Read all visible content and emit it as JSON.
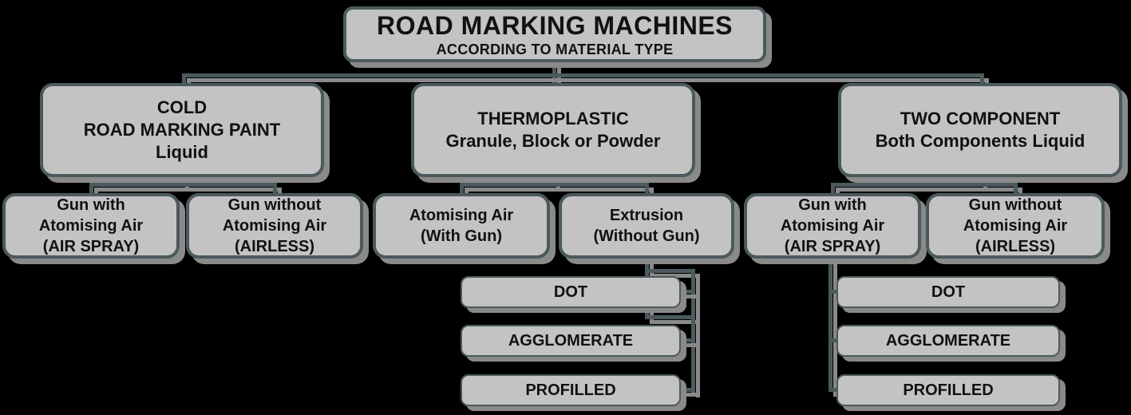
{
  "root": {
    "title": "ROAD MARKING MACHINES",
    "subtitle": "ACCORDING TO MATERIAL TYPE"
  },
  "branches": {
    "cold": {
      "l1": "COLD",
      "l2": "ROAD MARKING PAINT",
      "l3": "Liquid"
    },
    "thermoplastic": {
      "l1": "THERMOPLASTIC",
      "l2": "Granule, Block or Powder"
    },
    "two_component": {
      "l1": "TWO COMPONENT",
      "l2": "Both Components Liquid"
    }
  },
  "methods": {
    "cold_air_spray": {
      "l1": "Gun with",
      "l2": "Atomising Air",
      "l3": "(AIR SPRAY)"
    },
    "cold_airless": {
      "l1": "Gun without",
      "l2": "Atomising Air",
      "l3": "(AIRLESS)"
    },
    "thermo_atomising_air": {
      "l1": "Atomising Air",
      "l2": "(With Gun)"
    },
    "thermo_extrusion": {
      "l1": "Extrusion",
      "l2": "(Without Gun)"
    },
    "tc_air_spray": {
      "l1": "Gun with",
      "l2": "Atomising Air",
      "l3": "(AIR SPRAY)"
    },
    "tc_airless": {
      "l1": "Gun without",
      "l2": "Atomising Air",
      "l3": "(AIRLESS)"
    }
  },
  "extrusion_types": {
    "dot": "DOT",
    "agglomerate": "AGGLOMERATE",
    "profilled": "PROFILLED"
  },
  "tc_types": {
    "dot": "DOT",
    "agglomerate": "AGGLOMERATE",
    "profilled": "PROFILLED"
  },
  "colors": {
    "background": "#000000",
    "box_fill": "#c3c3c3",
    "box_border": "#4b5a5c",
    "connector": "#4b5a5c",
    "shadow": "#8a8a8a",
    "text": "#111111"
  }
}
